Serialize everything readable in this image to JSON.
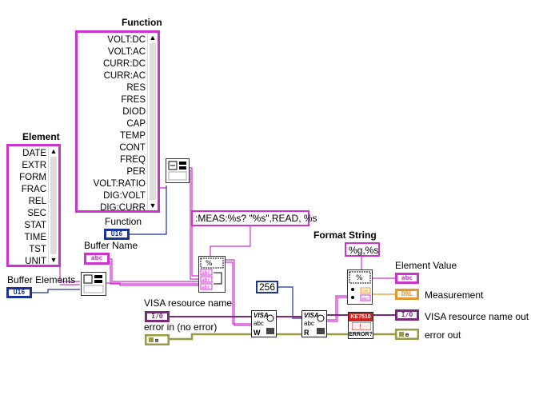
{
  "element_list": {
    "label": "Element",
    "items": [
      "DATE",
      "EXTR",
      "FORM",
      "FRAC",
      "REL",
      "SEC",
      "STAT",
      "TIME",
      "TST",
      "UNIT"
    ]
  },
  "function_list": {
    "label": "Function",
    "items": [
      "VOLT:DC",
      "VOLT:AC",
      "CURR:DC",
      "CURR:AC",
      "RES",
      "FRES",
      "DIOD",
      "CAP",
      "TEMP",
      "CONT",
      "FREQ",
      "PER",
      "VOLT:RATIO",
      "DIG:VOLT",
      "DIG:CURR"
    ]
  },
  "controls": {
    "function": {
      "label": "Function",
      "type": "U16"
    },
    "buffer_name": {
      "label": "Buffer Name",
      "type": "abc"
    },
    "buffer_elements": {
      "label": "Buffer Elements",
      "type": "U16"
    },
    "visa_resource_name": {
      "label": "VISA resource name",
      "type": "I/O"
    },
    "error_in": {
      "label": "error in (no error)"
    }
  },
  "constants": {
    "meas_string": ":MEAS:%s? \"%s\",READ, %s",
    "format_label": "Format String",
    "format_string": "%g,%s",
    "byte_count": "256"
  },
  "indicators": {
    "element_value": {
      "label": "Element Value",
      "type": "abc"
    },
    "measurement": {
      "label": "Measurement",
      "type": "DBL"
    },
    "visa_out": {
      "label": "VISA resource name out",
      "type": "I/O"
    },
    "error_out": {
      "label": "error out"
    }
  },
  "nodes": {
    "visa_write": {
      "top": "VISA",
      "mid": "abc",
      "bottom": "W"
    },
    "visa_read": {
      "top": "VISA",
      "mid": "abc",
      "bottom": "R"
    },
    "error_query": {
      "top": "KE7510",
      "bottom": "ERROR?"
    }
  },
  "colors": {
    "string_wire": "#cc33cc",
    "int_wire": "#1a3399",
    "io_wire": "#7a2a7a",
    "error_wire": "#9a9a40",
    "dbl_wire": "#e09a2a"
  }
}
